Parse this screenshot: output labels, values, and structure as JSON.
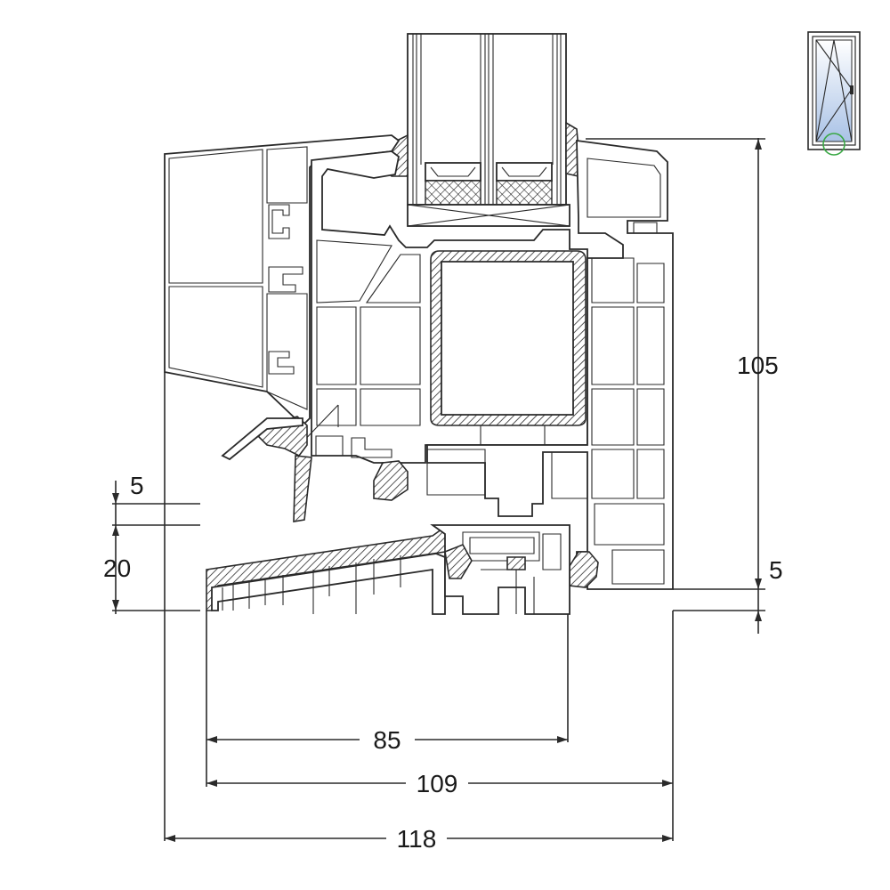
{
  "dimensions": {
    "gap_top": "5",
    "sill_height": "20",
    "frame_height": "105",
    "bottom_gap": "5",
    "sill_inner_width": "85",
    "frame_width": "109",
    "total_width": "118"
  },
  "thumbnail": {
    "marker_color": "#3aa845",
    "glass_color": "#b9cde9"
  },
  "colors": {
    "line": "#2a2a2a",
    "background": "#ffffff"
  }
}
